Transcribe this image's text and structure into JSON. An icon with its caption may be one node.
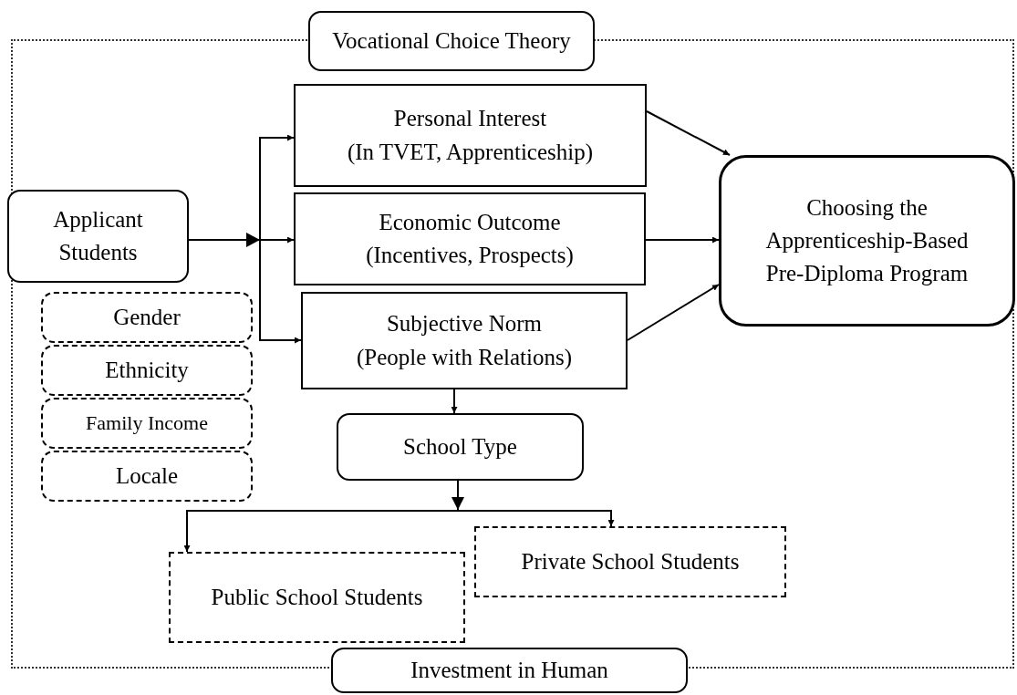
{
  "diagram": {
    "nodes": [
      {
        "text": [
          "Vocational Choice Theory"
        ]
      },
      {
        "text": [
          "Applicant Students"
        ]
      },
      {
        "text": [
          "Gender"
        ]
      },
      {
        "text": [
          "Ethnicity"
        ]
      },
      {
        "text": [
          "Family Income"
        ]
      },
      {
        "text": [
          "Locale"
        ]
      },
      {
        "text": [
          "Personal Interest",
          "(In TVET, Apprenticeship)"
        ]
      },
      {
        "text": [
          "Economic Outcome",
          "(Incentives, Prospects)"
        ]
      },
      {
        "text": [
          "Subjective Norm",
          "(People with Relations)"
        ]
      },
      {
        "text": [
          "Choosing the Apprenticeship-Based Pre-Diploma Program"
        ]
      },
      {
        "text": [
          "School Type"
        ]
      },
      {
        "text": [
          "Public School Students"
        ]
      },
      {
        "text": [
          "Private School Students"
        ]
      },
      {
        "text": [
          "Investment in Human"
        ]
      }
    ],
    "edges": [
      {
        "from": 1,
        "to": 6,
        "arrow": "to"
      },
      {
        "from": 1,
        "to": 7,
        "arrow": "to"
      },
      {
        "from": 1,
        "to": 8,
        "arrow": "to"
      },
      {
        "from": 6,
        "to": 9,
        "arrow": "to"
      },
      {
        "from": 7,
        "to": 9,
        "arrow": "to"
      },
      {
        "from": 8,
        "to": 9,
        "arrow": "to"
      },
      {
        "from": 8,
        "to": 10,
        "arrow": "to"
      },
      {
        "from": 10,
        "to": 11,
        "arrow": "to"
      },
      {
        "from": 10,
        "to": 12,
        "arrow": "to"
      }
    ]
  }
}
